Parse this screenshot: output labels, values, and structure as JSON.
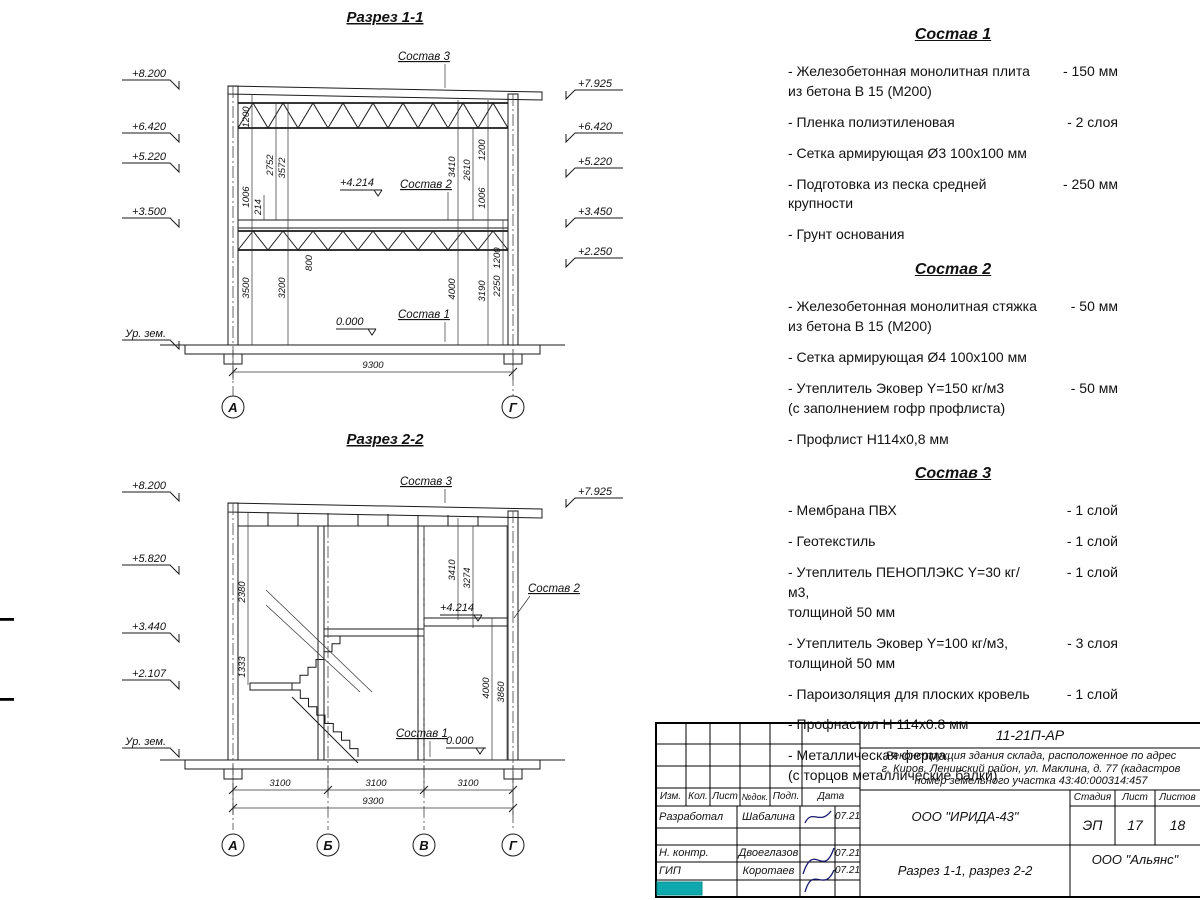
{
  "section1": {
    "title": "Разрез 1-1",
    "elev_left": [
      "+8.200",
      "+6.420",
      "+5.220",
      "+3.500"
    ],
    "ground": "Ур. зем.",
    "elev_right": [
      "+7.925",
      "+6.420",
      "+5.220",
      "+3.450",
      "+2.250"
    ],
    "sostav3": "Состав 3",
    "sostav2": "Состав 2",
    "sostav1": "Состав 1",
    "level_mid": "+4.214",
    "level_zero": "0.000",
    "dims": [
      "1200",
      "1006",
      "214",
      "2752",
      "3572",
      "3500",
      "3200",
      "800",
      "3410",
      "2610",
      "1200",
      "1006",
      "4000",
      "3190",
      "2250",
      "1200"
    ],
    "dim_total": "9300",
    "axes": [
      "А",
      "Г"
    ]
  },
  "section2": {
    "title": "Разрез 2-2",
    "elev_left": [
      "+8.200",
      "+5.820",
      "+3.440",
      "+2.107"
    ],
    "ground": "Ур. зем.",
    "elev_right": [
      "+7.925"
    ],
    "sostav3": "Состав 3",
    "sostav2": "Состав 2",
    "sostav1": "Состав 1",
    "level_mid": "+4.214",
    "level_zero": "0.000",
    "dims": [
      "2380",
      "1333",
      "3410",
      "3274",
      "4000",
      "3860"
    ],
    "dim_spans": [
      "3100",
      "3100",
      "3100"
    ],
    "dim_total": "9300",
    "axes": [
      "А",
      "Б",
      "В",
      "Г"
    ]
  },
  "compositions": [
    {
      "title": "Состав 1",
      "items": [
        {
          "text": "- Железобетонная  монолитная плита\n  из бетона В 15 (М200)",
          "value": "- 150 мм"
        },
        {
          "text": "- Пленка полиэтиленовая",
          "value": "-  2 слоя"
        },
        {
          "text": "- Сетка армирующая Ø3 100х100 мм",
          "value": ""
        },
        {
          "text": "- Подготовка из песка средней\n  крупности",
          "value": "- 250 мм"
        },
        {
          "text": "- Грунт основания",
          "value": ""
        }
      ]
    },
    {
      "title": "Состав 2",
      "items": [
        {
          "text": "- Железобетонная  монолитная стяжка\n  из бетона В 15 (М200)",
          "value": "- 50 мм"
        },
        {
          "text": "- Сетка армирующая Ø4 100х100 мм",
          "value": ""
        },
        {
          "text": "- Утеплитель Эковер Y=150 кг/м3\n  (с заполнением гофр профлиста)",
          "value": "- 50 мм"
        },
        {
          "text": "- Профлист Н114х0,8 мм",
          "value": ""
        }
      ]
    },
    {
      "title": "Состав 3",
      "items": [
        {
          "text": "- Мембрана ПВХ",
          "value": "- 1 слой"
        },
        {
          "text": "- Геотекстиль",
          "value": "- 1 слой"
        },
        {
          "text": "- Утеплитель ПЕНОПЛЭКС Y=30 кг/м3,\n  толщиной 50 мм",
          "value": "- 1 слой"
        },
        {
          "text": "- Утеплитель Эковер Y=100 кг/м3,\n  толщиной 50 мм",
          "value": "- 3 слоя"
        },
        {
          "text": "- Пароизоляция для плоских кровель",
          "value": "- 1 слой"
        },
        {
          "text": "- Профнастил Н 114х0.8 мм",
          "value": ""
        },
        {
          "text": "- Металлическая ферма,\n  (с торцов металлические балки)",
          "value": ""
        }
      ]
    }
  ],
  "titleblock": {
    "code": "11-21П-АР",
    "project_lines": [
      "Реконструкция здания склада, расположенное по адрес",
      "г. Киров, Ленинский район, ул. Маклина, д. 77 (кадастров",
      "номер земельного участка 43:40:000314:457"
    ],
    "header_cells": [
      "Изм.",
      "Кол.",
      "Лист",
      "№док.",
      "Подп.",
      "Дата"
    ],
    "rows": [
      {
        "role": "Разработал",
        "name": "Шабалина",
        "date": "07.21"
      },
      {
        "role": "Н. контр.",
        "name": "Двоеглазов",
        "date": "07.21"
      },
      {
        "role": "ГИП",
        "name": "Коротаев",
        "date": "07.21"
      }
    ],
    "org1": "ООО \"ИРИДА-43\"",
    "stage_header": [
      "Стадия",
      "Лист",
      "Листов"
    ],
    "stage_values": [
      "ЭП",
      "17",
      "18"
    ],
    "sheet_title": "Разрез 1-1, разрез 2-2",
    "org2": "ООО \"Альянс\""
  }
}
